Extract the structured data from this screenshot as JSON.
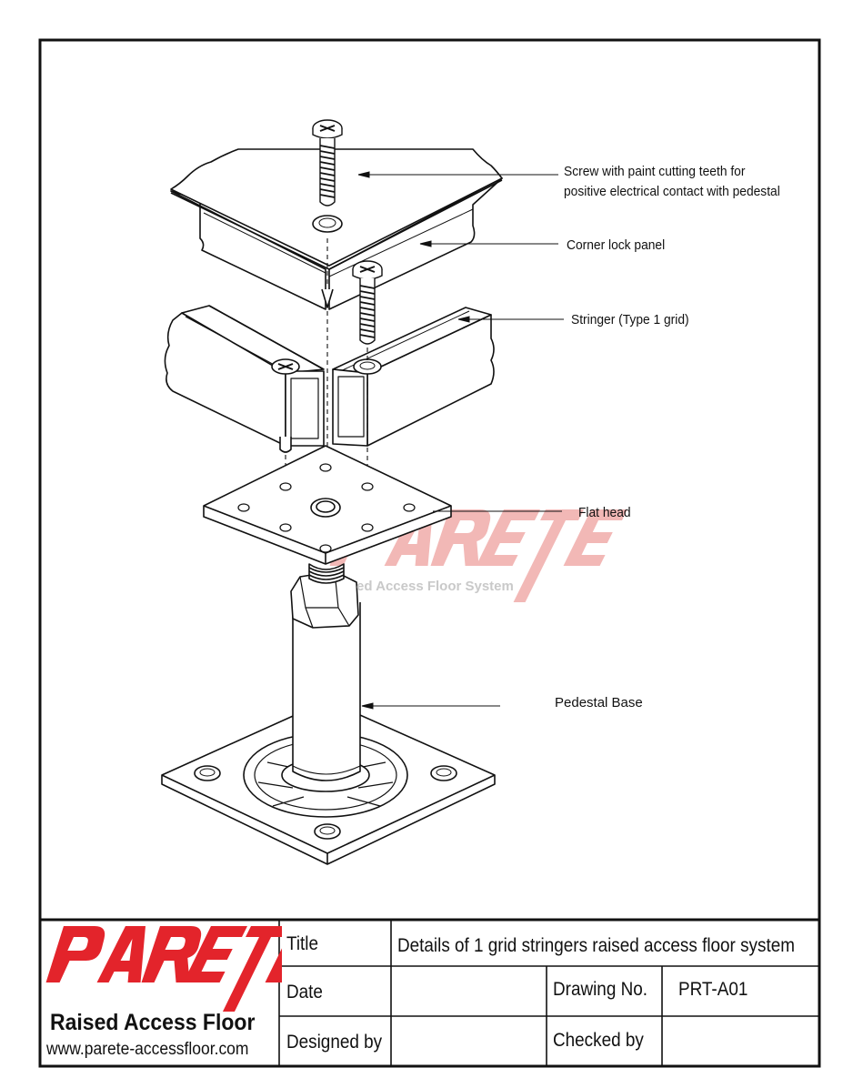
{
  "callouts": {
    "screw_line1": "Screw with paint cutting teeth for",
    "screw_line2": "positive electrical contact with pedestal",
    "panel": "Corner lock panel",
    "stringer": "Stringer (Type 1 grid)",
    "flat_head": "Flat head",
    "pedestal": "Pedestal Base"
  },
  "watermark": {
    "logo": "PARETE",
    "tagline": "ed Access Floor System"
  },
  "title_block": {
    "brand": "PARETE",
    "subtitle": "Raised Access Floor",
    "website": "www.parete-accessfloor.com",
    "title_label": "Title",
    "title_value": "Details of 1 grid stringers raised access floor system",
    "date_label": "Date",
    "date_value": "",
    "drawing_no_label": "Drawing No.",
    "drawing_no_value": "PRT-A01",
    "designed_by_label": "Designed by",
    "designed_by_value": "",
    "checked_by_label": "Checked by",
    "checked_by_value": ""
  },
  "colors": {
    "brand_red": "#e3242b",
    "watermark_red": "#f2b8b6",
    "ink": "#111111"
  }
}
